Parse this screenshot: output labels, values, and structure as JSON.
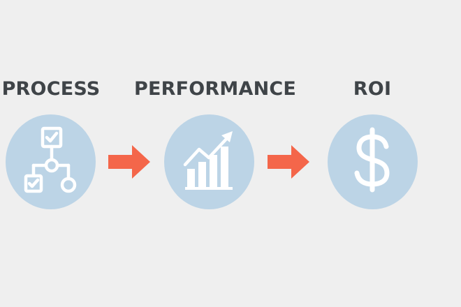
{
  "diagram": {
    "stages": [
      {
        "label": "PROCESS",
        "icon": "flowchart-icon"
      },
      {
        "label": "PERFORMANCE",
        "icon": "growth-chart-icon"
      },
      {
        "label": "ROI",
        "icon": "dollar-icon"
      }
    ],
    "colors": {
      "background": "#efefef",
      "circle": "#bcd4e6",
      "arrow": "#f4664a",
      "label": "#3f4448",
      "icon": "#ffffff"
    }
  }
}
